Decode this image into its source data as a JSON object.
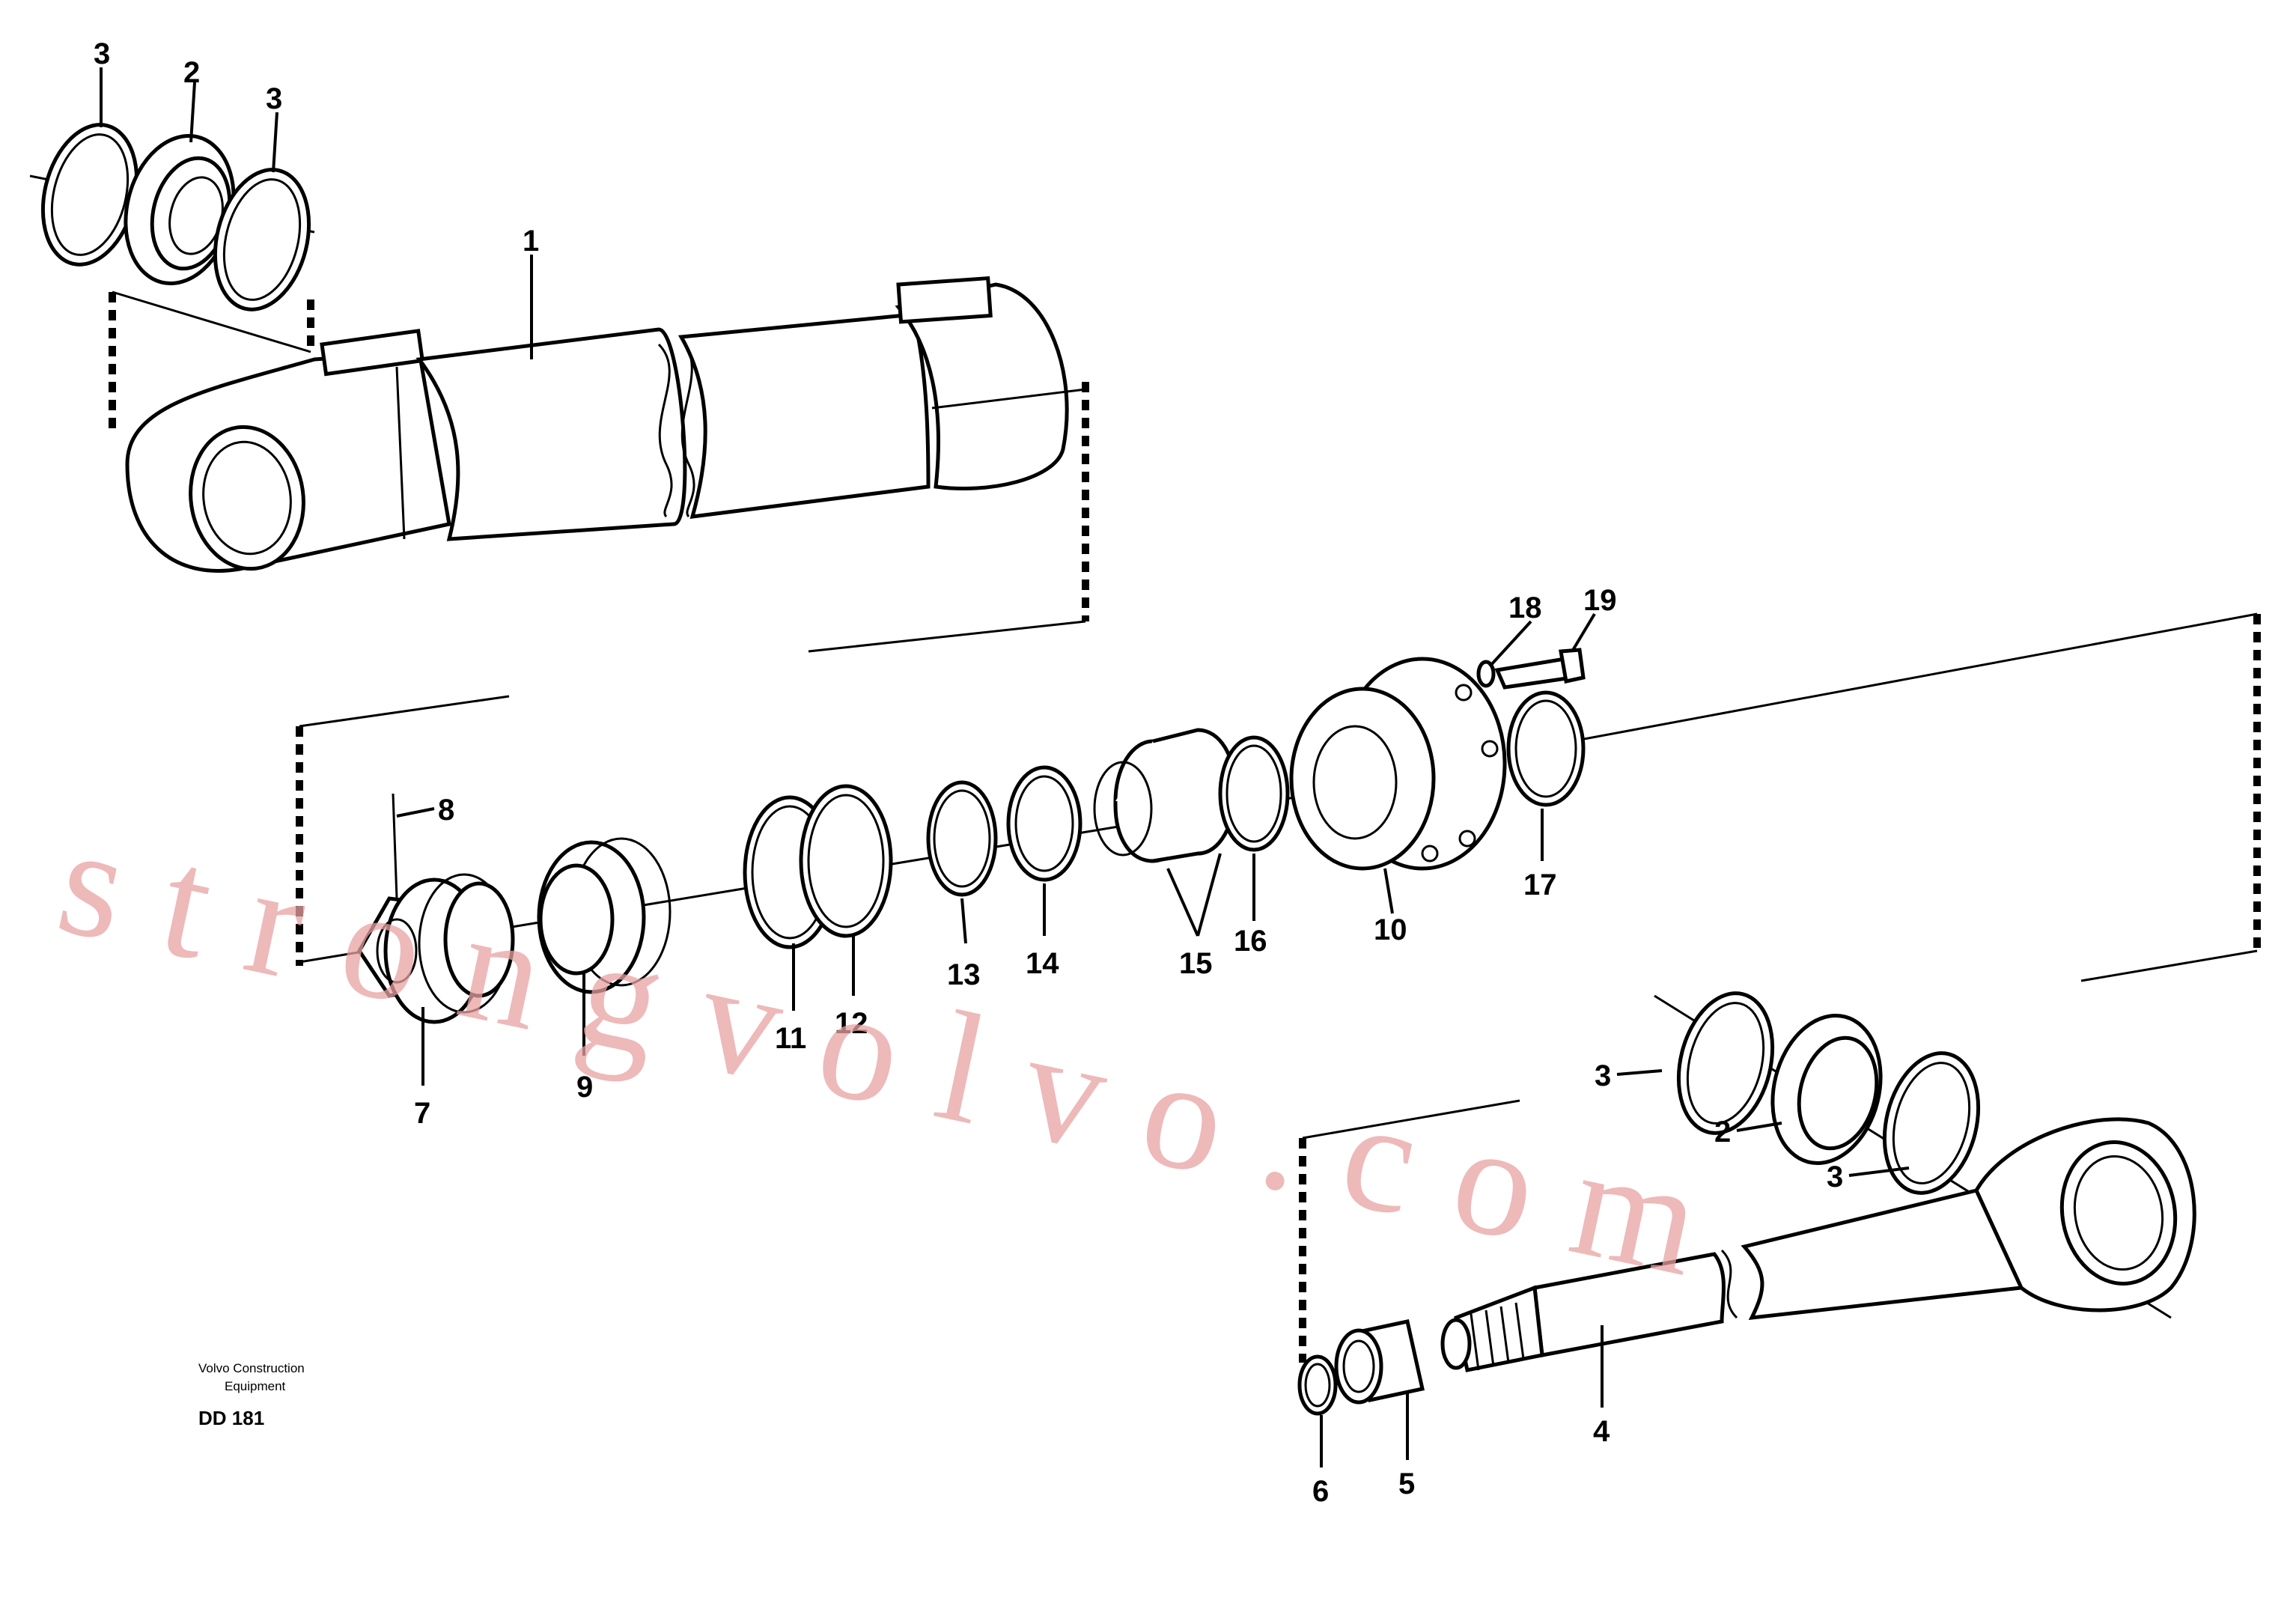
{
  "labels": [
    {
      "id": "l3a",
      "text": "3"
    },
    {
      "id": "l2a",
      "text": "2"
    },
    {
      "id": "l3b",
      "text": "3"
    },
    {
      "id": "l1",
      "text": "1"
    },
    {
      "id": "l18",
      "text": "18"
    },
    {
      "id": "l19",
      "text": "19"
    },
    {
      "id": "l8",
      "text": "8"
    },
    {
      "id": "l17",
      "text": "17"
    },
    {
      "id": "l10",
      "text": "10"
    },
    {
      "id": "l16",
      "text": "16"
    },
    {
      "id": "l15",
      "text": "15"
    },
    {
      "id": "l14",
      "text": "14"
    },
    {
      "id": "l13",
      "text": "13"
    },
    {
      "id": "l12",
      "text": "12"
    },
    {
      "id": "l11",
      "text": "11"
    },
    {
      "id": "l9",
      "text": "9"
    },
    {
      "id": "l7",
      "text": "7"
    },
    {
      "id": "l3c",
      "text": "3"
    },
    {
      "id": "l2b",
      "text": "2"
    },
    {
      "id": "l3d",
      "text": "3"
    },
    {
      "id": "l4",
      "text": "4"
    },
    {
      "id": "l5",
      "text": "5"
    },
    {
      "id": "l6",
      "text": "6"
    }
  ],
  "footer": {
    "line1": "Volvo Construction",
    "line2": "Equipment",
    "code": "DD 181"
  },
  "watermark": "strongvolvo.com"
}
